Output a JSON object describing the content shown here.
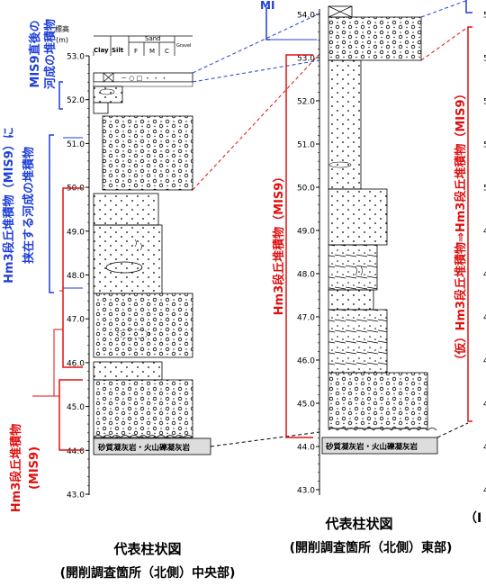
{
  "colors": {
    "blue": "#1f3fd8",
    "red": "#e01010",
    "black": "#000000",
    "base_fill": "#dddddd"
  },
  "column1": {
    "header": {
      "elev_label": "標高",
      "elev_unit": "(m)",
      "clay": "Clay",
      "silt": "Silt",
      "sand": "Sand",
      "sand_f": "F",
      "sand_m": "M",
      "sand_c": "C",
      "gravel": "Gravel"
    },
    "ticks": [
      "53.0",
      "52.0",
      "51.0",
      "50.0",
      "49.0",
      "48.0",
      "47.0",
      "46.0",
      "45.0",
      "44.0",
      "43.0"
    ],
    "base_rock_label": "砂質凝灰岩・火山礫凝灰岩",
    "unit_blue_top": "MIS9直後の\n河成の堆積物",
    "unit_blue_top_line1": "MIS9直後の",
    "unit_blue_top_line2": "河成の堆積物",
    "unit_blue_mid_line1": "Hm3段丘堆積物（MIS9）に",
    "unit_blue_mid_line2": "挟在する河成の堆積物",
    "unit_red_line1": "Hm3段丘堆積物",
    "unit_red_line2": "(MIS9)",
    "caption_line1": "代表柱状図",
    "caption_line2": "(開削調査箇所（北側）中央部)"
  },
  "column2": {
    "ticks": [
      "54.0",
      "53.0",
      "52.0",
      "51.0",
      "50.0",
      "49.0",
      "48.0",
      "47.0",
      "46.0",
      "45.0",
      "44.0",
      "43.0"
    ],
    "base_rock_label": "砂質凝灰岩・火山礫凝灰岩",
    "unit_red": "Hm3段丘堆積物（MIS9）",
    "unit_blue_partial": "MI",
    "caption_line1": "代表柱状図",
    "caption_line2": "(開削調査箇所（北側）東部)"
  },
  "column3": {
    "unit_red": "（仮）Hm3段丘堆積物⇒Hm3段丘堆積物（MIS9）",
    "tick_fragments": [
      "5",
      "5",
      "5",
      "5",
      "5",
      "4",
      "4",
      "4",
      "4",
      "4",
      "4",
      "4"
    ],
    "caption_partial": "（I"
  }
}
